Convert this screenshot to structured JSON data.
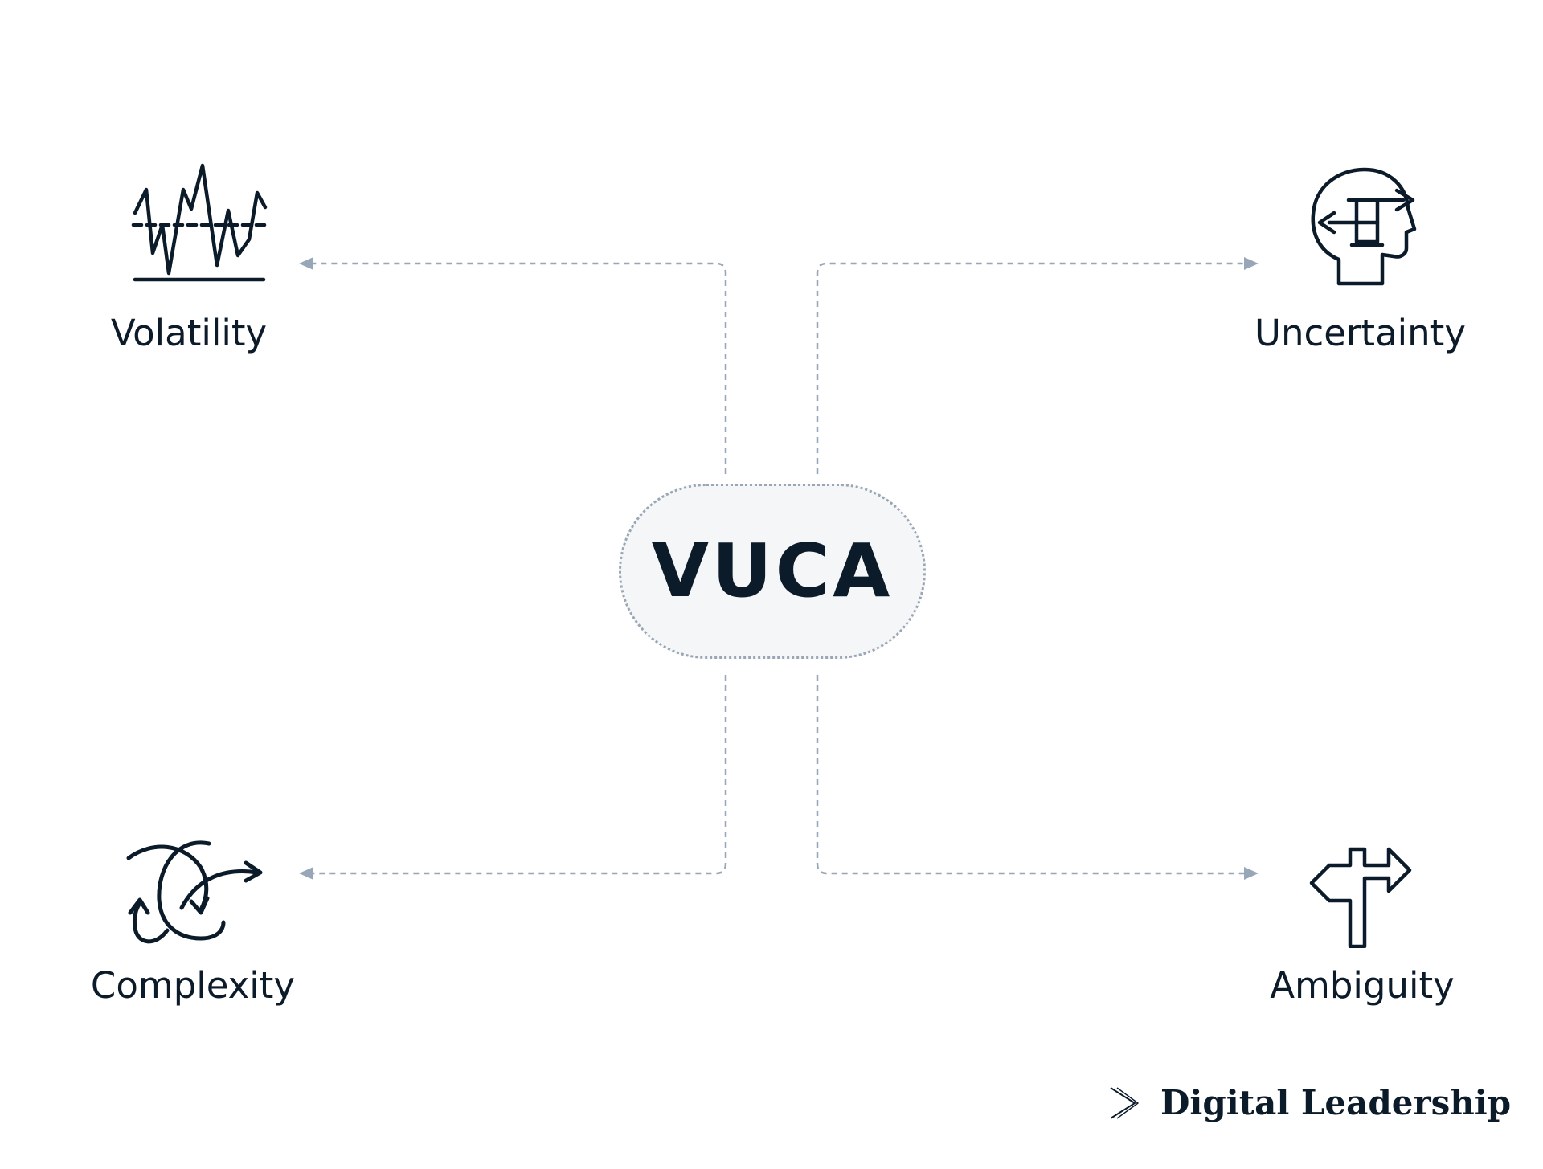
{
  "center": {
    "title": "VUCA"
  },
  "quadrants": [
    {
      "key": "volatility",
      "label": "Volatility",
      "icon": "volatility-wave-icon"
    },
    {
      "key": "uncertainty",
      "label": "Uncertainty",
      "icon": "head-with-arrows-icon"
    },
    {
      "key": "complexity",
      "label": "Complexity",
      "icon": "tangled-arrows-icon"
    },
    {
      "key": "ambiguity",
      "label": "Ambiguity",
      "icon": "signpost-icon"
    }
  ],
  "brand": {
    "name": "Digital Leadership",
    "icon": "chevron-logo-icon"
  },
  "colors": {
    "ink": "#0c1b2a",
    "connector": "#98a7b8",
    "center_fill": "#f4f6f8",
    "center_border": "#9aa6b4"
  }
}
